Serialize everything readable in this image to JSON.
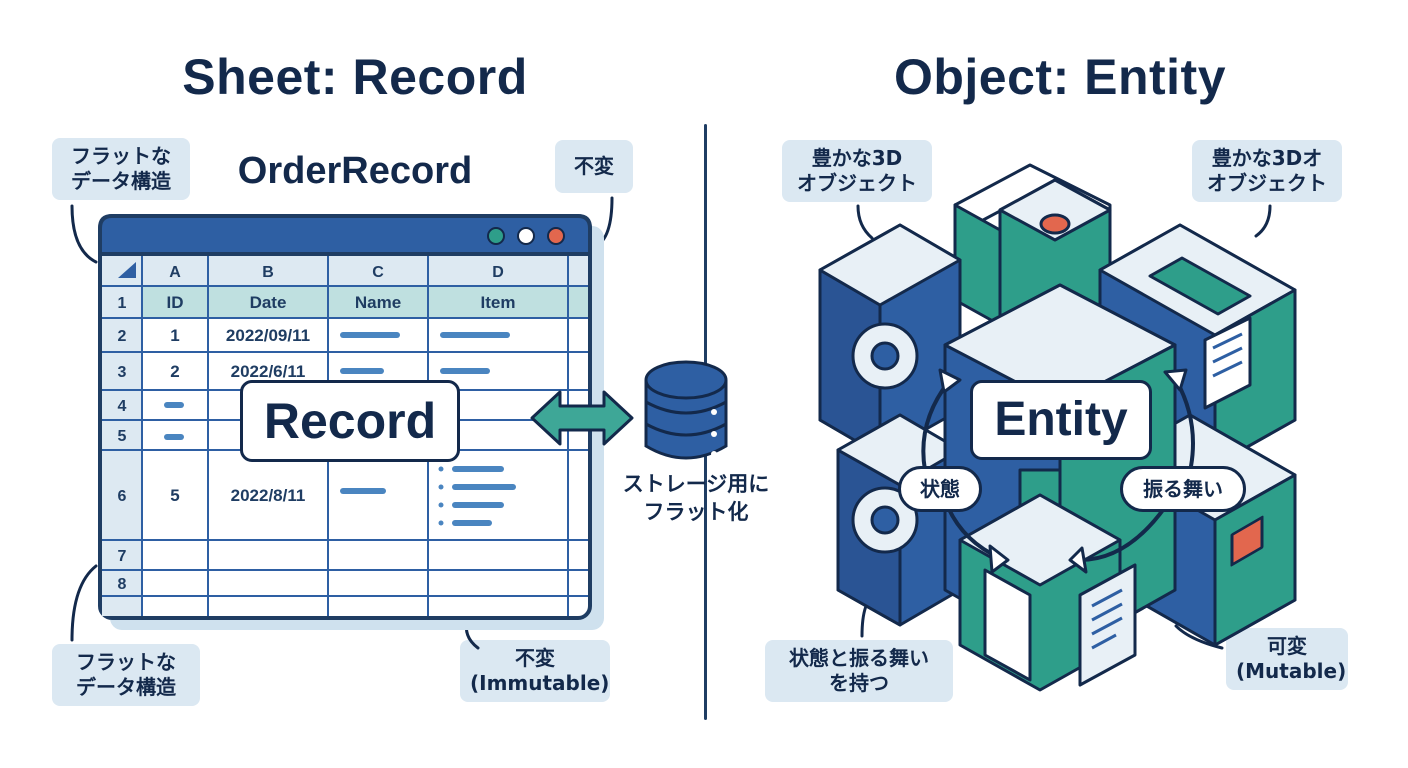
{
  "left_panel": {
    "heading": "Sheet: Record",
    "sheet_title": "OrderRecord",
    "callouts": {
      "flat_top": [
        "フラットな",
        "データ構造"
      ],
      "immutable_top": "不変",
      "flat_bottom": [
        "フラットな",
        "データ構造"
      ],
      "immutable_bottom": [
        "不変",
        "(Immutable)"
      ]
    },
    "spreadsheet": {
      "columns": [
        "A",
        "B",
        "C",
        "D"
      ],
      "row_numbers": [
        "1",
        "2",
        "3",
        "4",
        "5",
        "6",
        "7",
        "8"
      ],
      "header_row": [
        "ID",
        "Date",
        "Name",
        "Item"
      ],
      "rows": [
        {
          "id": "1",
          "date": "2022/09/11"
        },
        {
          "id": "2",
          "date": "2022/6/11"
        },
        {
          "id": "",
          "date": ""
        },
        {
          "id": "",
          "date": ""
        },
        {
          "id": "5",
          "date": "2022/8/11"
        }
      ],
      "window_dots": [
        "#2e9e8a",
        "#ffffff",
        "#e2674e"
      ]
    },
    "overlay_label": "Record"
  },
  "middle": {
    "storage_label": [
      "ストレージ用に",
      "フラット化"
    ]
  },
  "right_panel": {
    "heading": "Object: Entity",
    "overlay_label": "Entity",
    "pills": {
      "state": "状態",
      "behavior": "振る舞い"
    },
    "callouts": {
      "rich_left": [
        "豊かな3D",
        "オブジェクト"
      ],
      "rich_right": [
        "豊かな3Dオ",
        "オブジェクト"
      ],
      "state_behavior": [
        "状態と振る舞い",
        "を持つ"
      ],
      "mutable": [
        "可変",
        "(Mutable)"
      ]
    }
  },
  "colors": {
    "navy": "#13294b",
    "blue": "#2e5fa3",
    "teal": "#2e9e8a",
    "light_blue": "#dbe8f2",
    "orange": "#e2674e"
  }
}
